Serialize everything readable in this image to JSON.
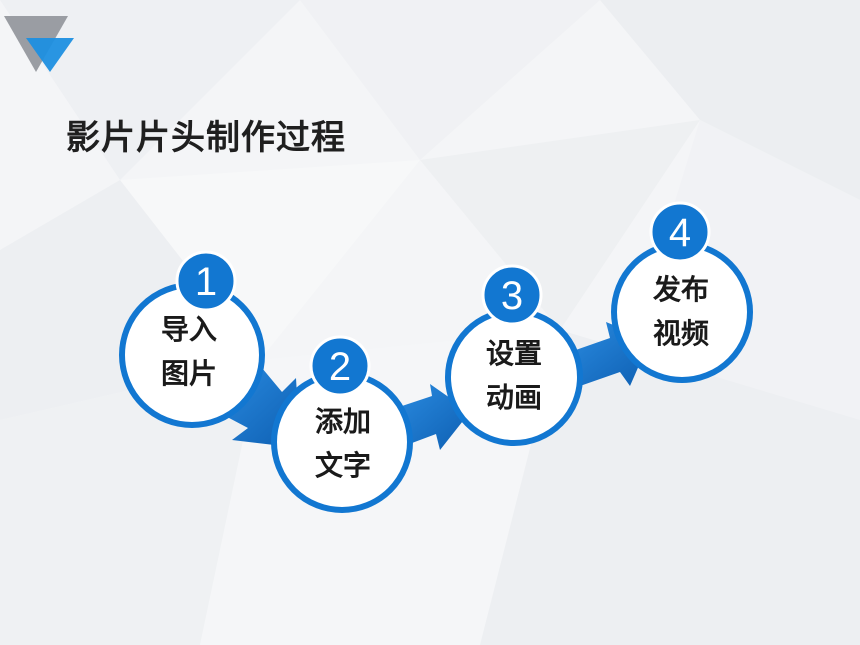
{
  "slide": {
    "title": "影片片头制作过程"
  },
  "colors": {
    "accent": "#1277d1",
    "accent_dark": "#0d5fb3",
    "circle_fill": "#ffffff",
    "text": "#1a1a1a",
    "number_text": "#ffffff"
  },
  "steps": [
    {
      "number": "1",
      "line1": "导入",
      "line2": "图片"
    },
    {
      "number": "2",
      "line1": "添加",
      "line2": "文字"
    },
    {
      "number": "3",
      "line1": "设置",
      "line2": "动画"
    },
    {
      "number": "4",
      "line1": "发布",
      "line2": "视频"
    }
  ]
}
